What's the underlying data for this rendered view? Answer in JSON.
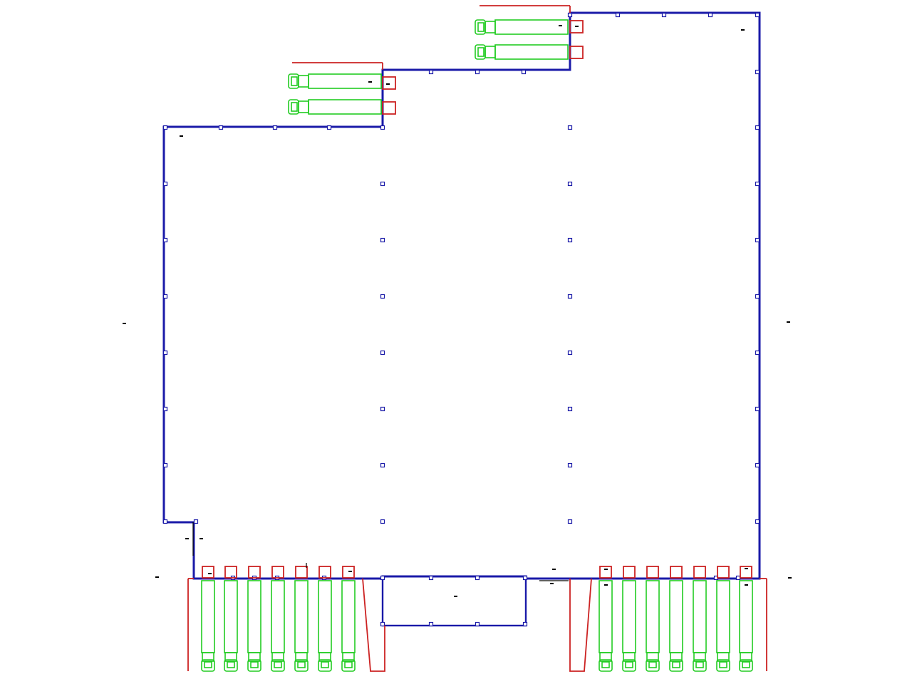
{
  "colors": {
    "wall": "#1a1aa8",
    "dock_outline": "#cc2222",
    "truck": "#22cc22",
    "background": "#ffffff"
  },
  "plan": {
    "side_trucks": 4,
    "bottom_left_trucks": 7,
    "bottom_right_trucks": 7,
    "interior_column_lines": 2,
    "interior_column_rows": 8
  }
}
